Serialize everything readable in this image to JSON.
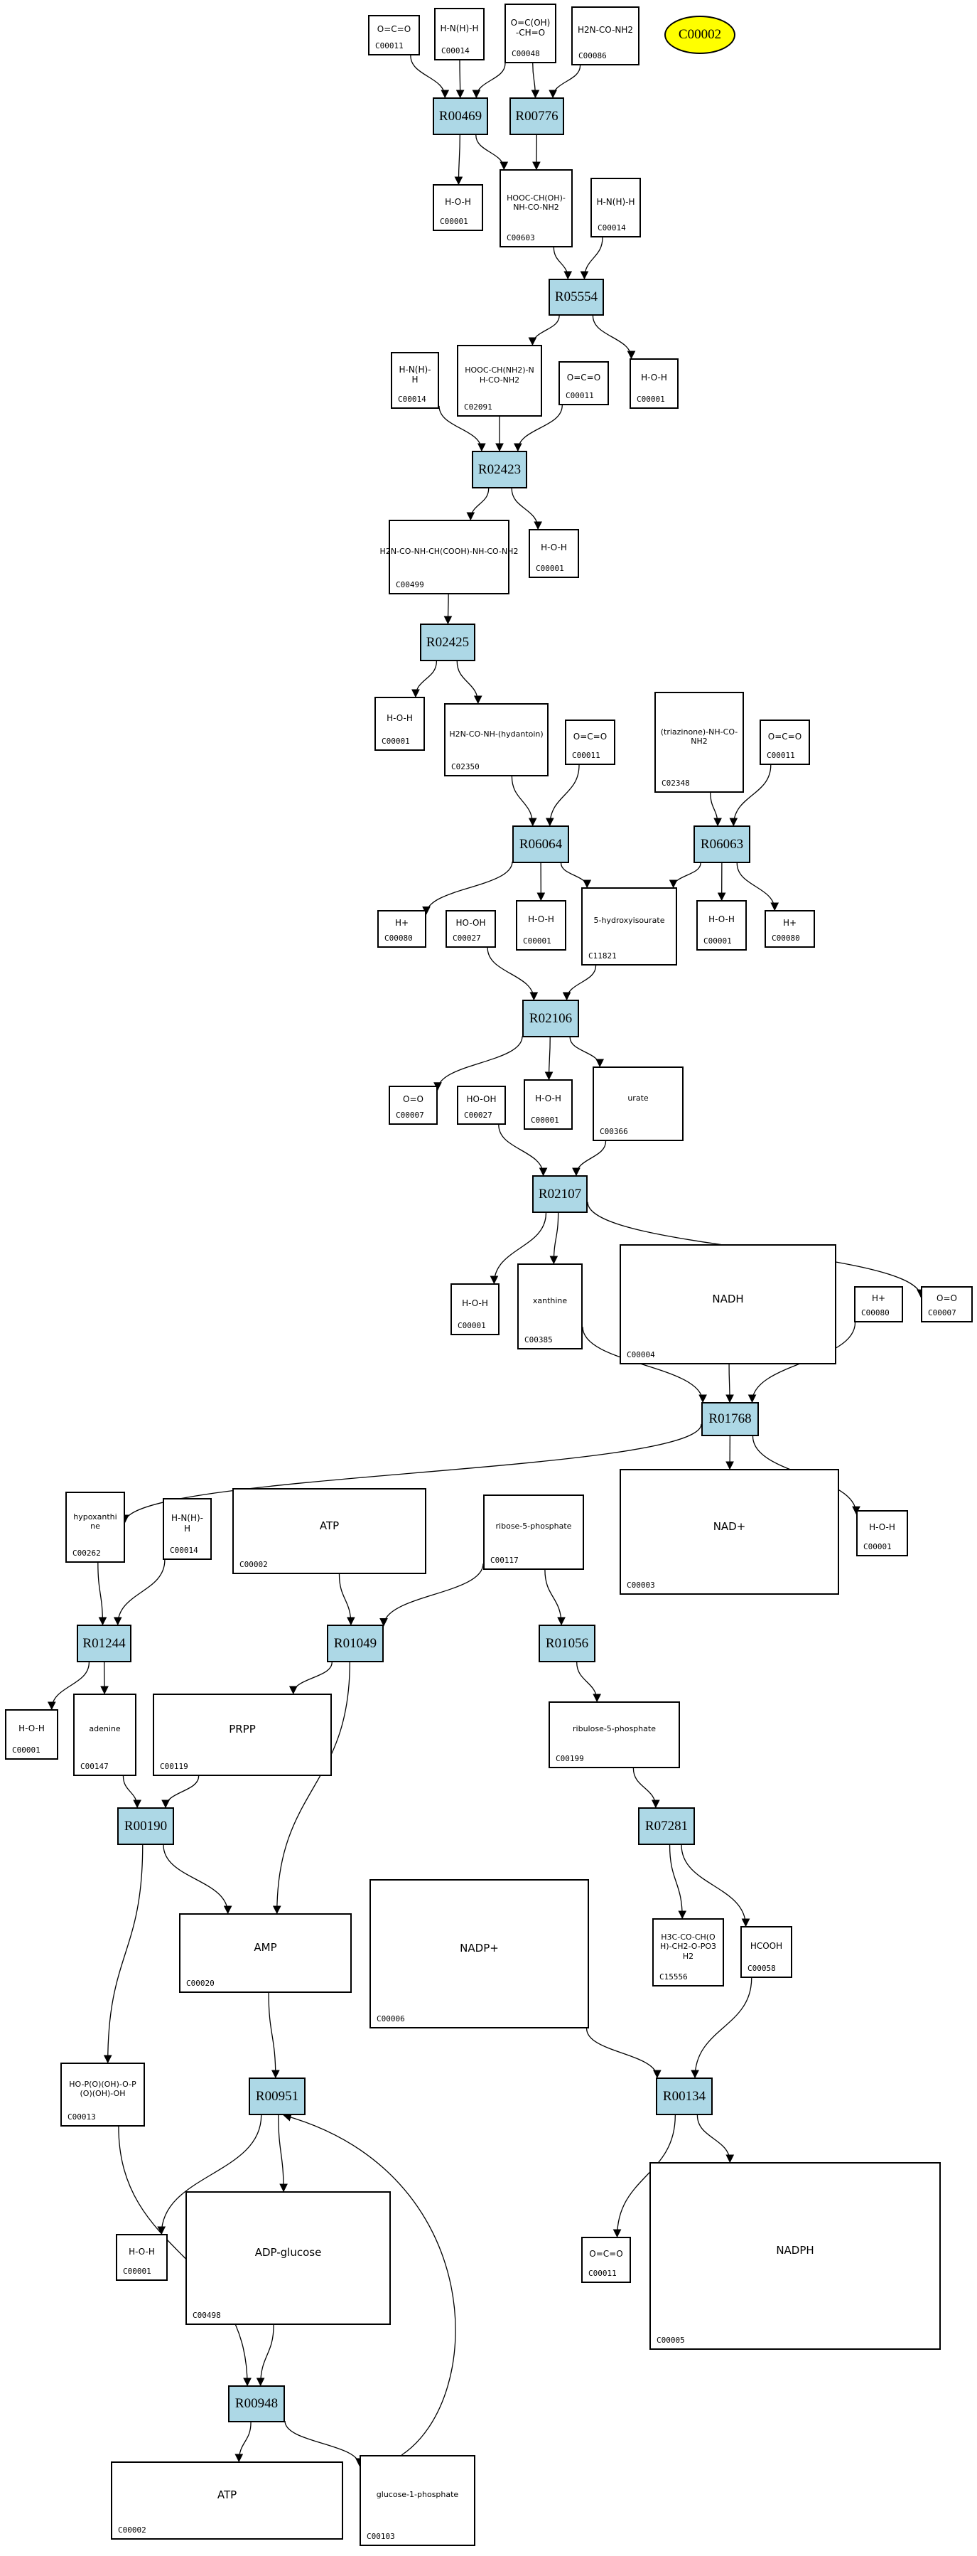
{
  "query_compound": {
    "id": "C00002"
  },
  "colors": {
    "reaction_fill": "#add8e6",
    "query_fill": "#ffff00",
    "edge": "#000000"
  },
  "reactions": [
    "R00469",
    "R00776",
    "R05554",
    "R02423",
    "R02425",
    "R06064",
    "R06063",
    "R02106",
    "R02107",
    "R01768",
    "R01244",
    "R01049",
    "R01056",
    "R00190",
    "R07281",
    "R00951",
    "R00134",
    "R00948"
  ],
  "compounds": {
    "c1": {
      "id": "C00011",
      "formula": "O=C=O"
    },
    "c2": {
      "id": "C00014",
      "formula": "H-N(H)-H"
    },
    "c3": {
      "id": "C00048",
      "formula": "O=C(OH)-CH=O"
    },
    "c4": {
      "id": "C00086",
      "formula": "H2N-CO-NH2"
    },
    "c5": {
      "id": "C00001",
      "formula": "H-O-H"
    },
    "c6": {
      "id": "C00603",
      "formula": "HOOC-CH(OH)-NH-CO-NH2"
    },
    "c7": {
      "id": "C00014",
      "formula": "H-N(H)-H"
    },
    "c8": {
      "id": "C00014",
      "formula": "H-N(H)-H"
    },
    "c9": {
      "id": "C02091",
      "formula": "HOOC-CH(NH2)-NH-CO-NH2"
    },
    "c10": {
      "id": "C00011",
      "formula": "O=C=O"
    },
    "c11": {
      "id": "C00001",
      "formula": "H-O-H"
    },
    "c12": {
      "id": "C00499",
      "formula": "H2N-CO-NH-CH(COOH)-NH-CO-NH2"
    },
    "c13": {
      "id": "C00001",
      "formula": "H-O-H"
    },
    "c14": {
      "id": "C00001",
      "formula": "H-O-H"
    },
    "c15": {
      "id": "C02350",
      "formula": "H2N-CO-NH-(hydantoin)"
    },
    "c16": {
      "id": "C00011",
      "formula": "O=C=O"
    },
    "c17": {
      "id": "C02348",
      "formula": "(triazinone)-NH-CO-NH2"
    },
    "c18": {
      "id": "C00011",
      "formula": "O=C=O"
    },
    "c19": {
      "id": "C00080",
      "formula": "H+"
    },
    "c20": {
      "id": "C00027",
      "formula": "HO-OH"
    },
    "c21": {
      "id": "C00001",
      "formula": "H-O-H"
    },
    "c22": {
      "id": "C11821",
      "formula": "5-hydroxyisourate"
    },
    "c23": {
      "id": "C00001",
      "formula": "H-O-H"
    },
    "c24": {
      "id": "C00080",
      "formula": "H+"
    },
    "c25": {
      "id": "C00007",
      "formula": "O=O"
    },
    "c26": {
      "id": "C00027",
      "formula": "HO-OH"
    },
    "c27": {
      "id": "C00001",
      "formula": "H-O-H"
    },
    "c28": {
      "id": "C00366",
      "formula": "urate"
    },
    "c29": {
      "id": "C00001",
      "formula": "H-O-H"
    },
    "c30": {
      "id": "C00385",
      "formula": "xanthine"
    },
    "c31": {
      "id": "C00004",
      "formula": "NADH"
    },
    "c32": {
      "id": "C00080",
      "formula": "H+"
    },
    "c33": {
      "id": "C00007",
      "formula": "O=O"
    },
    "c34": {
      "id": "C00262",
      "formula": "hypoxanthine"
    },
    "c35": {
      "id": "C00014",
      "formula": "H-N(H)-H"
    },
    "c36": {
      "id": "C00002",
      "formula": "ATP"
    },
    "c37": {
      "id": "C00117",
      "formula": "ribose-5-phosphate"
    },
    "c38": {
      "id": "C00003",
      "formula": "NAD+"
    },
    "c39": {
      "id": "C00001",
      "formula": "H-O-H"
    },
    "c40": {
      "id": "C00001",
      "formula": "H-O-H"
    },
    "c41": {
      "id": "C00147",
      "formula": "adenine"
    },
    "c42": {
      "id": "C00119",
      "formula": "PRPP"
    },
    "c43": {
      "id": "C00199",
      "formula": "ribulose-5-phosphate"
    },
    "c44": {
      "id": "C00006",
      "formula": "NADP+"
    },
    "c45": {
      "id": "C00020",
      "formula": "AMP"
    },
    "c46": {
      "id": "C15556",
      "formula": "H3C-CO-CH(OH)-CH2-O-PO3H2"
    },
    "c47": {
      "id": "C00058",
      "formula": "HCOOH"
    },
    "c48": {
      "id": "C00013",
      "formula": "HO-P(O)(OH)-O-P(O)(OH)-OH"
    },
    "c49": {
      "id": "C00001",
      "formula": "H-O-H"
    },
    "c50": {
      "id": "C00498",
      "formula": "ADP-glucose"
    },
    "c51": {
      "id": "C00011",
      "formula": "O=C=O"
    },
    "c52": {
      "id": "C00005",
      "formula": "NADPH"
    },
    "c53": {
      "id": "C00002",
      "formula": "ATP"
    },
    "c54": {
      "id": "C00103",
      "formula": "glucose-1-phosphate"
    }
  },
  "edges": [
    [
      "c1",
      "R00469"
    ],
    [
      "c2",
      "R00469"
    ],
    [
      "c3",
      "R00469"
    ],
    [
      "c3",
      "R00776"
    ],
    [
      "c4",
      "R00776"
    ],
    [
      "R00469",
      "c5"
    ],
    [
      "R00469",
      "c6"
    ],
    [
      "R00776",
      "c6"
    ],
    [
      "c6",
      "R05554"
    ],
    [
      "c7",
      "R05554"
    ],
    [
      "R05554",
      "c9"
    ],
    [
      "R05554",
      "c11"
    ],
    [
      "c8",
      "R02423"
    ],
    [
      "c9",
      "R02423"
    ],
    [
      "c10",
      "R02423"
    ],
    [
      "R02423",
      "c12"
    ],
    [
      "R02423",
      "c13"
    ],
    [
      "c12",
      "R02425"
    ],
    [
      "R02425",
      "c14"
    ],
    [
      "R02425",
      "c15"
    ],
    [
      "c15",
      "R06064"
    ],
    [
      "c16",
      "R06064"
    ],
    [
      "c17",
      "R06063"
    ],
    [
      "c18",
      "R06063"
    ],
    [
      "R06064",
      "c19"
    ],
    [
      "R06064",
      "c21"
    ],
    [
      "R06064",
      "c22"
    ],
    [
      "R06063",
      "c22"
    ],
    [
      "R06063",
      "c23"
    ],
    [
      "R06063",
      "c24"
    ],
    [
      "c20",
      "R02106"
    ],
    [
      "c22",
      "R02106"
    ],
    [
      "R02106",
      "c25"
    ],
    [
      "R02106",
      "c27"
    ],
    [
      "R02106",
      "c28"
    ],
    [
      "c26",
      "R02107"
    ],
    [
      "c28",
      "R02107"
    ],
    [
      "R02107",
      "c29"
    ],
    [
      "R02107",
      "c30"
    ],
    [
      "R02107",
      "c33"
    ],
    [
      "c30",
      "R01768"
    ],
    [
      "c31",
      "R01768"
    ],
    [
      "c32",
      "R01768"
    ],
    [
      "R01768",
      "c34"
    ],
    [
      "R01768",
      "c38"
    ],
    [
      "R01768",
      "c39"
    ],
    [
      "c34",
      "R01244"
    ],
    [
      "c35",
      "R01244"
    ],
    [
      "c36",
      "R01049"
    ],
    [
      "c37",
      "R01049"
    ],
    [
      "c37",
      "R01056"
    ],
    [
      "R01244",
      "c40"
    ],
    [
      "R01244",
      "c41"
    ],
    [
      "R01049",
      "c42"
    ],
    [
      "R01049",
      "c45"
    ],
    [
      "R01056",
      "c43"
    ],
    [
      "c41",
      "R00190"
    ],
    [
      "c42",
      "R00190"
    ],
    [
      "c43",
      "R07281"
    ],
    [
      "R00190",
      "c45"
    ],
    [
      "R00190",
      "c48"
    ],
    [
      "R07281",
      "c46"
    ],
    [
      "R07281",
      "c47"
    ],
    [
      "c45",
      "R00951"
    ],
    [
      "c54",
      "R00951"
    ],
    [
      "c44",
      "R00134"
    ],
    [
      "c47",
      "R00134"
    ],
    [
      "R00951",
      "c49"
    ],
    [
      "R00951",
      "c50"
    ],
    [
      "R00134",
      "c51"
    ],
    [
      "R00134",
      "c52"
    ],
    [
      "c48",
      "R00948"
    ],
    [
      "c50",
      "R00948"
    ],
    [
      "R00948",
      "c53"
    ],
    [
      "R00948",
      "c54"
    ]
  ]
}
